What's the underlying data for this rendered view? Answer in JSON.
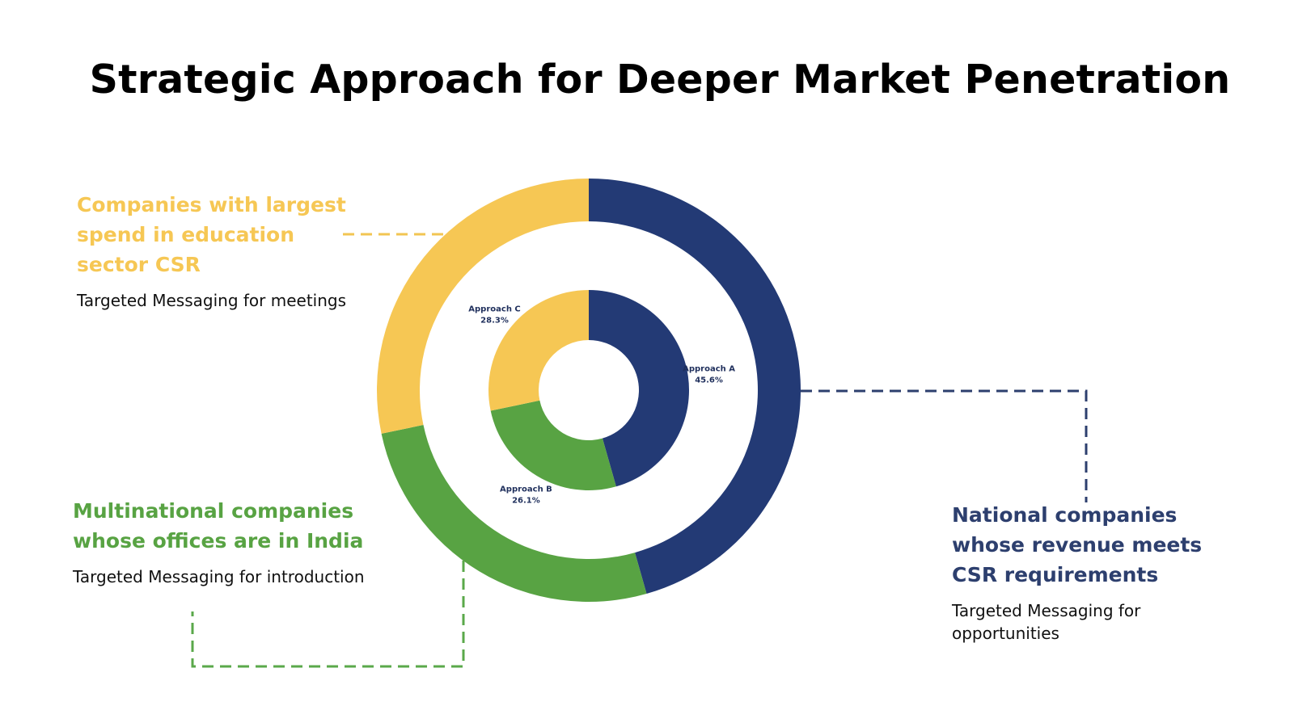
{
  "title": "Strategic Approach for Deeper Market Penetration",
  "colors": {
    "navy": "#233a75",
    "green": "#58a343",
    "yellow": "#f6c754",
    "line_navy": "#2d3f6e",
    "line_green": "#5aa84a",
    "line_yellow": "#f2c552"
  },
  "callouts": {
    "c": {
      "heading": "Companies with largest spend in education sector CSR",
      "desc": "Targeted Messaging for meetings"
    },
    "b": {
      "heading": "Multinational companies whose offices are in India",
      "desc": "Targeted Messaging for introduction"
    },
    "a": {
      "heading": "National companies whose revenue meets CSR requirements",
      "desc": "Targeted Messaging for opportunities"
    }
  },
  "chart_data": {
    "type": "pie",
    "title": "",
    "series": [
      {
        "name": "",
        "categories": [
          "Approach A",
          "Approach B",
          "Approach C"
        ],
        "values": [
          45.6,
          26.1,
          28.3
        ],
        "labels": [
          "45.6%",
          "26.1%",
          "28.3%"
        ],
        "colors": [
          "#233a75",
          "#58a343",
          "#f6c754"
        ]
      },
      {
        "name": "",
        "categories": [
          "Approach A",
          "Approach B",
          "Approach C"
        ],
        "values": [
          45.6,
          26.1,
          28.3
        ],
        "colors": [
          "#233a75",
          "#58a343",
          "#f6c754"
        ]
      }
    ],
    "legend": "none"
  }
}
